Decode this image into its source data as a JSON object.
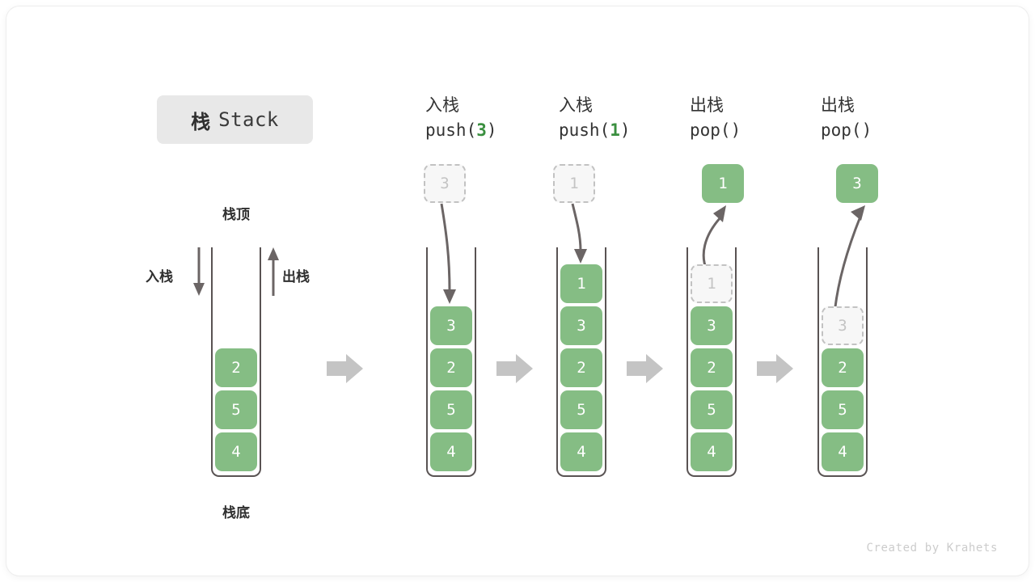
{
  "title": {
    "cn": "栈",
    "en": "Stack"
  },
  "labels": {
    "top": "栈顶",
    "bottom": "栈底",
    "push_side": "入栈",
    "pop_side": "出栈"
  },
  "colors": {
    "element_green": "#85bd84",
    "accent_green": "#3a8f3f",
    "wall_gray": "#595353",
    "ghost_border": "#c2c2c2",
    "ghost_fill": "#f7f7f7",
    "step_arrow": "#c4c4c4",
    "chip_bg": "#e8e8e8"
  },
  "initial_stack": {
    "cells": [
      "2",
      "5",
      "4"
    ]
  },
  "panels": [
    {
      "id": "push-3",
      "op_cn": "入栈",
      "code_prefix": "push(",
      "code_arg": "3",
      "code_suffix": ")",
      "incoming": "3",
      "incoming_state": "ghost",
      "cells": [
        "3",
        "2",
        "5",
        "4"
      ],
      "ghost_index": -1,
      "direction": "in"
    },
    {
      "id": "push-1",
      "op_cn": "入栈",
      "code_prefix": "push(",
      "code_arg": "1",
      "code_suffix": ")",
      "incoming": "1",
      "incoming_state": "ghost",
      "cells": [
        "1",
        "3",
        "2",
        "5",
        "4"
      ],
      "ghost_index": -1,
      "direction": "in"
    },
    {
      "id": "pop-1",
      "op_cn": "出栈",
      "code_prefix": "pop(",
      "code_arg": "",
      "code_suffix": ")",
      "incoming": "1",
      "incoming_state": "filled",
      "cells": [
        "1",
        "3",
        "2",
        "5",
        "4"
      ],
      "ghost_index": 0,
      "direction": "out"
    },
    {
      "id": "pop-3",
      "op_cn": "出栈",
      "code_prefix": "pop(",
      "code_arg": "",
      "code_suffix": ")",
      "incoming": "3",
      "incoming_state": "filled",
      "cells": [
        "3",
        "2",
        "5",
        "4"
      ],
      "ghost_index": 0,
      "direction": "out"
    }
  ],
  "watermark": "Created by Krahets"
}
